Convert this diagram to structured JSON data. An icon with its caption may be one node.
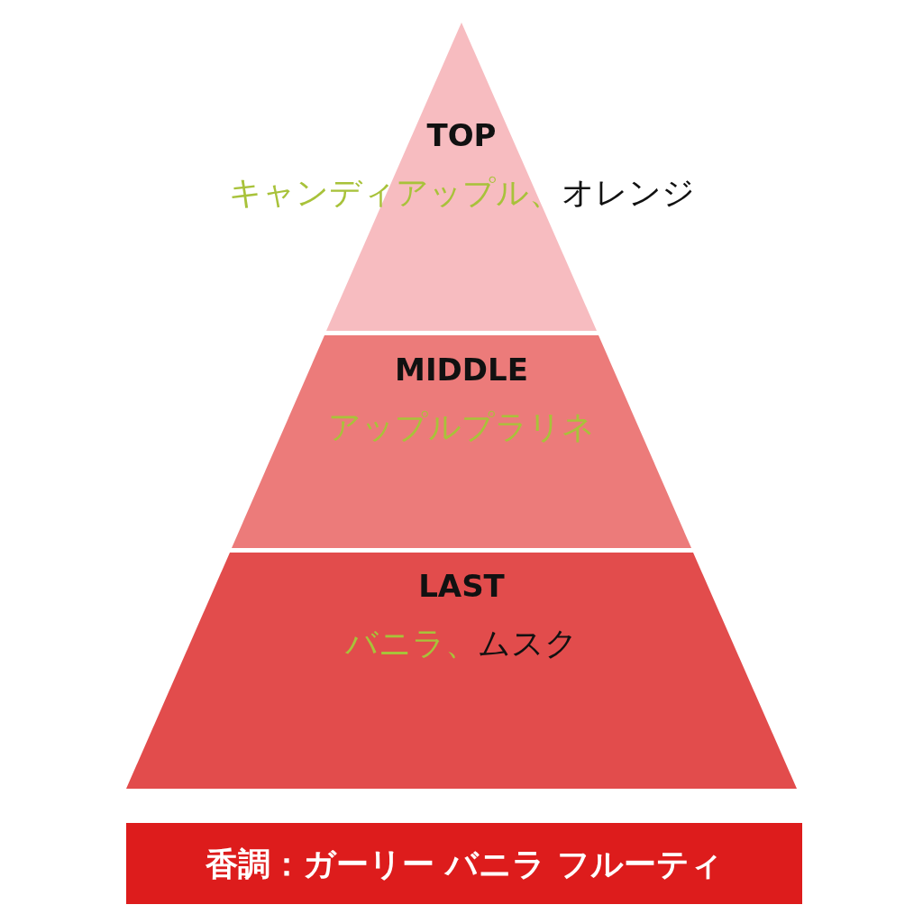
{
  "diagram": {
    "nodes": [
      {
        "text": [
          "TOP",
          "キャンディアップル、",
          "オレンジ"
        ]
      },
      {
        "text": [
          "MIDDLE",
          "アップルプラリネ"
        ]
      },
      {
        "text": [
          "LAST",
          "バニラ、",
          "ムスク"
        ]
      },
      {
        "text": [
          "香調：ガーリー バニラ フルーティ"
        ]
      }
    ],
    "edges": []
  }
}
